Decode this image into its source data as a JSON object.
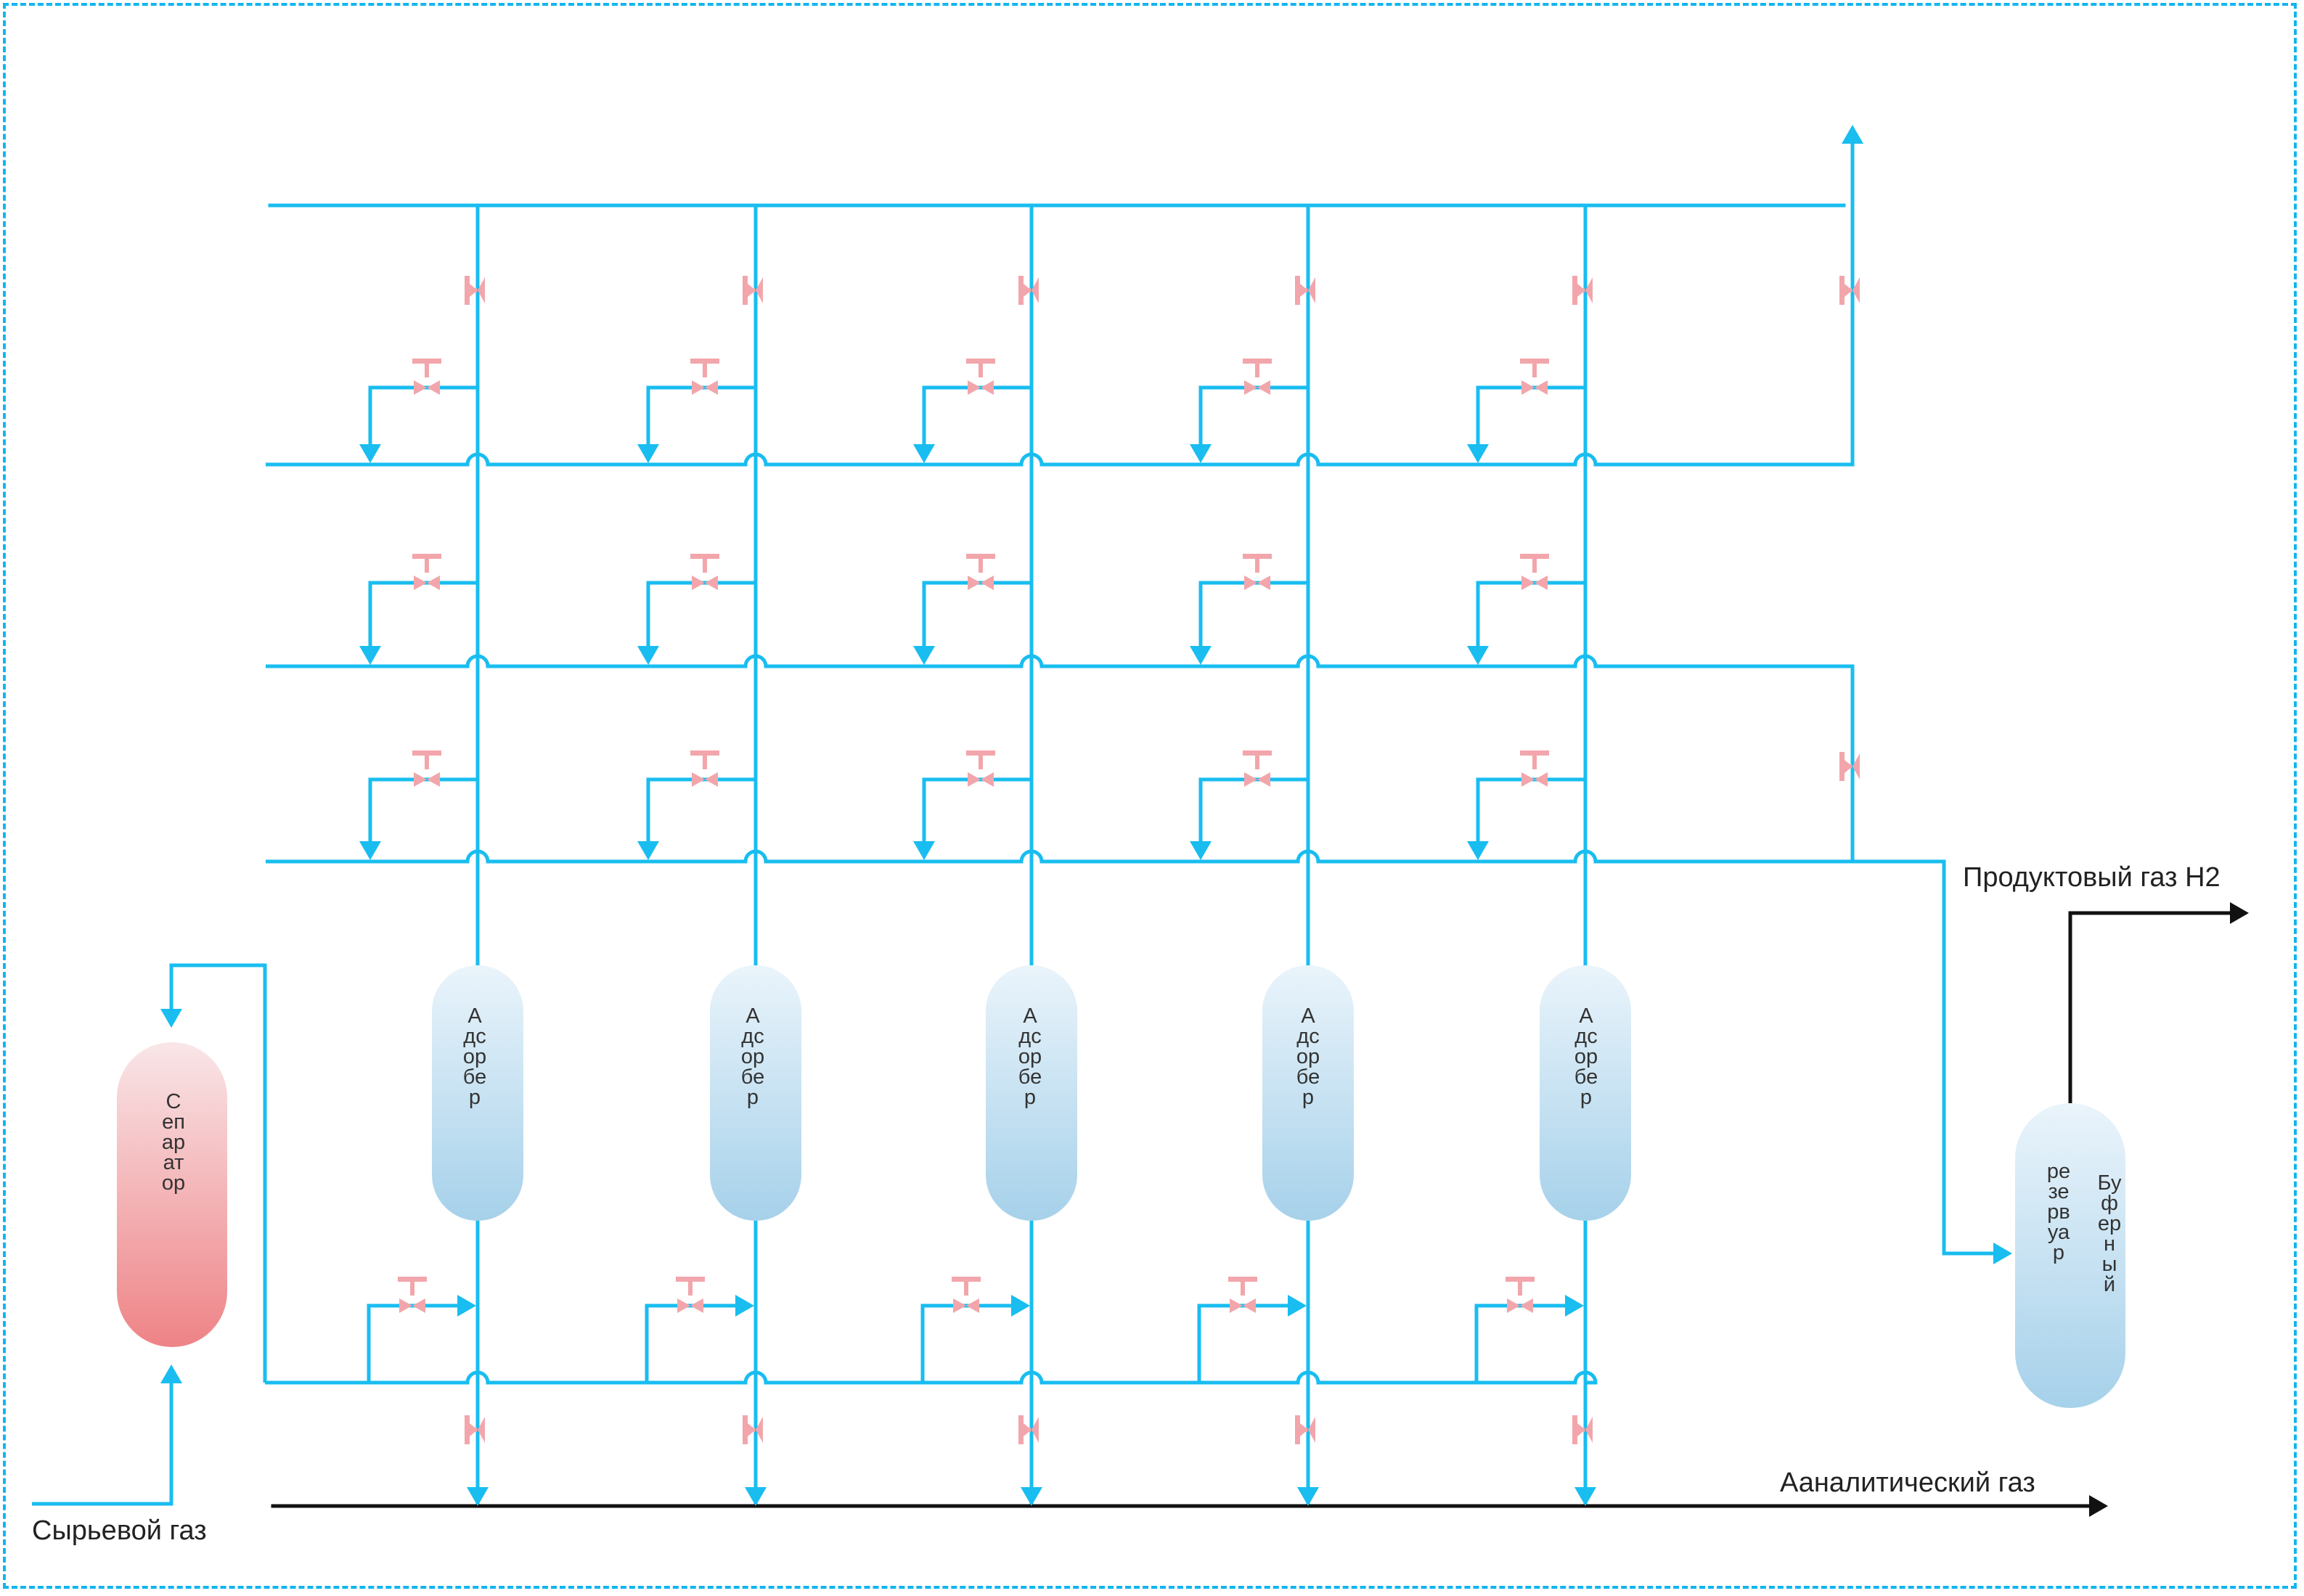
{
  "labels": {
    "product_gas": "Продуктовый газ H2",
    "analytic_gas": "Ааналитический газ",
    "raw_gas": "Сырьевой газ"
  },
  "vessels": {
    "separator": "Сепаратор",
    "adsorber": "Адсорбер",
    "buffer_line1": "Буферный",
    "buffer_line2": "резервуар"
  },
  "colors": {
    "pipe": "#19bdf0",
    "valve": "#f2a6ab",
    "arrow_black": "#111111",
    "adsorber_top": "#e9f3fa",
    "adsorber_bottom": "#a7d2ea",
    "separator_top": "#f8e4e6",
    "separator_bottom": "#ef8486"
  },
  "icons": {
    "valve": "gate-valve-icon",
    "arrow": "arrow-head-icon"
  }
}
